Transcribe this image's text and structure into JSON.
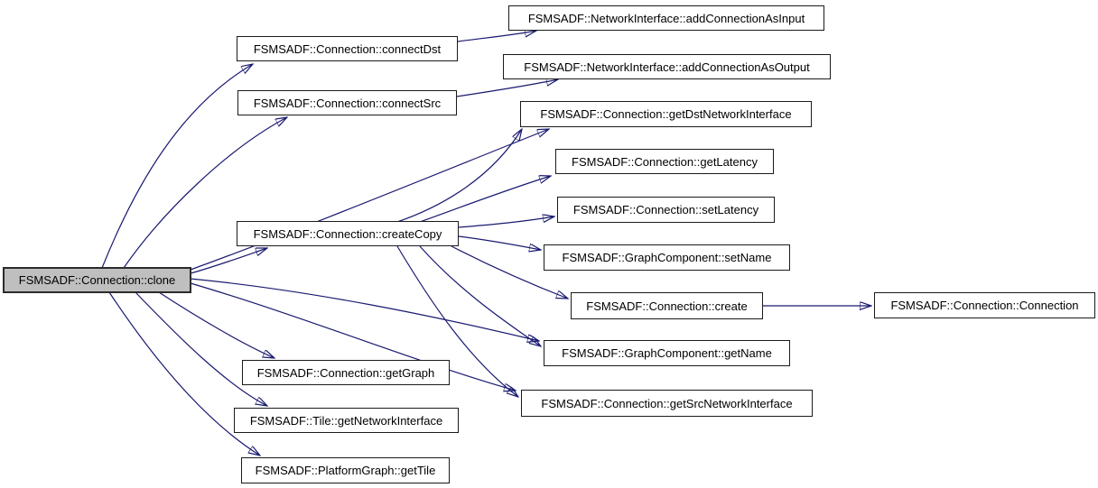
{
  "diagram": {
    "type": "call-graph",
    "colors": {
      "background": "#ffffff",
      "edge": "#191970",
      "node_border": "#1a1a1a",
      "node_fill": "#ffffff",
      "highlight_fill": "#bfbfbf",
      "text": "#000000"
    },
    "nodes": [
      {
        "id": "clone",
        "label": "FSMSADF::Connection::clone",
        "highlighted": true
      },
      {
        "id": "connectDst",
        "label": "FSMSADF::Connection::connectDst",
        "highlighted": false
      },
      {
        "id": "connectSrc",
        "label": "FSMSADF::Connection::connectSrc",
        "highlighted": false
      },
      {
        "id": "createCopy",
        "label": "FSMSADF::Connection::createCopy",
        "highlighted": false
      },
      {
        "id": "getGraph",
        "label": "FSMSADF::Connection::getGraph",
        "highlighted": false
      },
      {
        "id": "tileGetNetworkInterface",
        "label": "FSMSADF::Tile::getNetworkInterface",
        "highlighted": false
      },
      {
        "id": "platformGetTile",
        "label": "FSMSADF::PlatformGraph::getTile",
        "highlighted": false
      },
      {
        "id": "addConnectionAsInput",
        "label": "FSMSADF::NetworkInterface::addConnectionAsInput",
        "highlighted": false
      },
      {
        "id": "addConnectionAsOutput",
        "label": "FSMSADF::NetworkInterface::addConnectionAsOutput",
        "highlighted": false
      },
      {
        "id": "getDstNetworkInterface",
        "label": "FSMSADF::Connection::getDstNetworkInterface",
        "highlighted": false
      },
      {
        "id": "getLatency",
        "label": "FSMSADF::Connection::getLatency",
        "highlighted": false
      },
      {
        "id": "setLatency",
        "label": "FSMSADF::Connection::setLatency",
        "highlighted": false
      },
      {
        "id": "setName",
        "label": "FSMSADF::GraphComponent::setName",
        "highlighted": false
      },
      {
        "id": "create",
        "label": "FSMSADF::Connection::create",
        "highlighted": false
      },
      {
        "id": "getName",
        "label": "FSMSADF::GraphComponent::getName",
        "highlighted": false
      },
      {
        "id": "getSrcNetworkInterface",
        "label": "FSMSADF::Connection::getSrcNetworkInterface",
        "highlighted": false
      },
      {
        "id": "connectionConnection",
        "label": "FSMSADF::Connection::Connection",
        "highlighted": false
      }
    ],
    "edges": [
      {
        "from": "clone",
        "to": "connectDst"
      },
      {
        "from": "clone",
        "to": "connectSrc"
      },
      {
        "from": "clone",
        "to": "createCopy"
      },
      {
        "from": "clone",
        "to": "getDstNetworkInterface"
      },
      {
        "from": "clone",
        "to": "getName"
      },
      {
        "from": "clone",
        "to": "getSrcNetworkInterface"
      },
      {
        "from": "clone",
        "to": "getGraph"
      },
      {
        "from": "clone",
        "to": "tileGetNetworkInterface"
      },
      {
        "from": "clone",
        "to": "platformGetTile"
      },
      {
        "from": "connectDst",
        "to": "addConnectionAsInput"
      },
      {
        "from": "connectSrc",
        "to": "addConnectionAsOutput"
      },
      {
        "from": "createCopy",
        "to": "getDstNetworkInterface"
      },
      {
        "from": "createCopy",
        "to": "getLatency"
      },
      {
        "from": "createCopy",
        "to": "setLatency"
      },
      {
        "from": "createCopy",
        "to": "setName"
      },
      {
        "from": "createCopy",
        "to": "create"
      },
      {
        "from": "createCopy",
        "to": "getName"
      },
      {
        "from": "createCopy",
        "to": "getSrcNetworkInterface"
      },
      {
        "from": "create",
        "to": "connectionConnection"
      }
    ]
  }
}
